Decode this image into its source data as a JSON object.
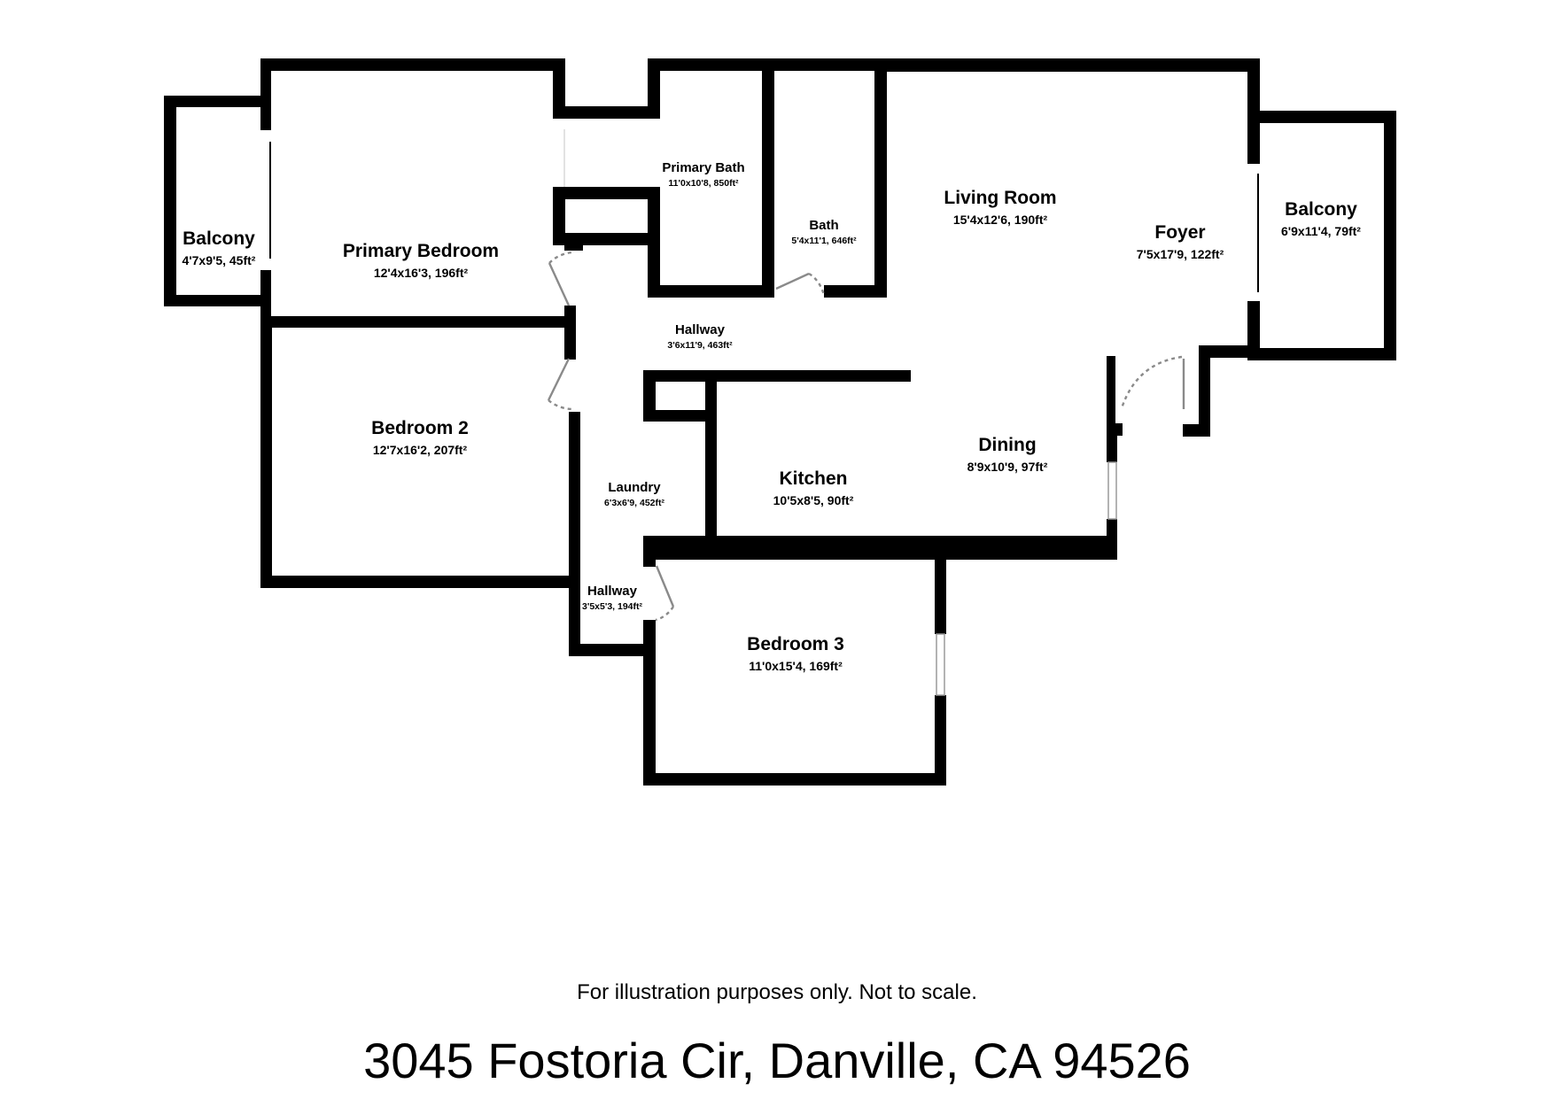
{
  "floorplan": {
    "rooms": [
      {
        "id": "balcony-left",
        "name": "Balcony",
        "dims": "4'7x9'5, 45ft²"
      },
      {
        "id": "primary-bedroom",
        "name": "Primary Bedroom",
        "dims": "12'4x16'3, 196ft²"
      },
      {
        "id": "primary-bath",
        "name": "Primary Bath",
        "dims": "11'0x10'8, 850ft²"
      },
      {
        "id": "bath",
        "name": "Bath",
        "dims": "5'4x11'1, 646ft²"
      },
      {
        "id": "living-room",
        "name": "Living Room",
        "dims": "15'4x12'6, 190ft²"
      },
      {
        "id": "foyer",
        "name": "Foyer",
        "dims": "7'5x17'9, 122ft²"
      },
      {
        "id": "balcony-right",
        "name": "Balcony",
        "dims": "6'9x11'4, 79ft²"
      },
      {
        "id": "hallway-upper",
        "name": "Hallway",
        "dims": "3'6x11'9, 463ft²"
      },
      {
        "id": "bedroom-2",
        "name": "Bedroom 2",
        "dims": "12'7x16'2, 207ft²"
      },
      {
        "id": "laundry",
        "name": "Laundry",
        "dims": "6'3x6'9, 452ft²"
      },
      {
        "id": "kitchen",
        "name": "Kitchen",
        "dims": "10'5x8'5, 90ft²"
      },
      {
        "id": "dining",
        "name": "Dining",
        "dims": "8'9x10'9, 97ft²"
      },
      {
        "id": "hallway-lower",
        "name": "Hallway",
        "dims": "3'5x5'3, 194ft²"
      },
      {
        "id": "bedroom-3",
        "name": "Bedroom 3",
        "dims": "11'0x15'4, 169ft²"
      }
    ]
  },
  "footer": {
    "disclaimer": "For illustration purposes only. Not to scale.",
    "address": "3045 Fostoria Cir, Danville, CA 94526"
  },
  "colors": {
    "wall": "#000000",
    "door": "#8a8a8a",
    "background": "#ffffff"
  }
}
